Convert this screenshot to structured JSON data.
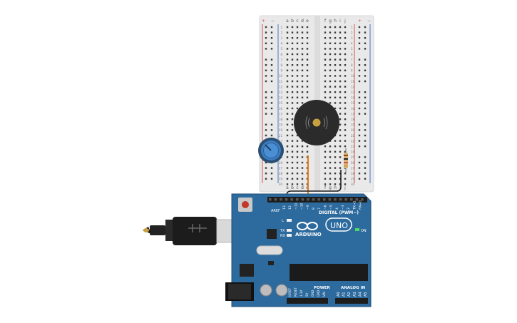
{
  "breadboard": {
    "columns_left": [
      "a",
      "b",
      "c",
      "d",
      "e"
    ],
    "columns_right": [
      "f",
      "g",
      "h",
      "i",
      "j"
    ],
    "row_count": 30,
    "rail_plus": "+",
    "rail_minus": "−",
    "colors": {
      "body": "#e6e6e6",
      "hole": "#3a3a3a",
      "rail_red": "#d9534f",
      "rail_blue": "#4a78c9"
    }
  },
  "components": {
    "piezo": {
      "name": "piezo-buzzer",
      "color": "#2b2b2b",
      "center_color": "#c8a040"
    },
    "potentiometer": {
      "name": "potentiometer-knob",
      "color": "#2f6fb0"
    },
    "resistor": {
      "name": "resistor"
    }
  },
  "arduino": {
    "board_color": "#2d6a9e",
    "logo_text": "ARDUINO",
    "model_text": "UNO",
    "on_label": "ON",
    "digital_label": "DIGITAL (PWM~)",
    "power_label": "POWER",
    "analog_label": "ANALOG IN",
    "aref_label": "AREF",
    "gnd_label": "GND",
    "l_label": "L",
    "tx_label": "TX",
    "rx_label": "RX",
    "digital_pins": [
      "13",
      "12",
      "~11",
      "~10",
      "~9",
      "8",
      "7",
      "~6",
      "~5",
      "4",
      "~3",
      "2",
      "TX→1",
      "RX←0"
    ],
    "power_pins": [
      "IOREF",
      "RESET",
      "3.3V",
      "5V",
      "GND",
      "GND",
      "VIN"
    ],
    "analog_pins": [
      "A0",
      "A1",
      "A2",
      "A3",
      "A4",
      "A5"
    ]
  },
  "wires": {
    "orange": "#e07b1a",
    "black": "#222222"
  },
  "usb_cable": {
    "name": "usb-cable",
    "color": "#222222"
  }
}
